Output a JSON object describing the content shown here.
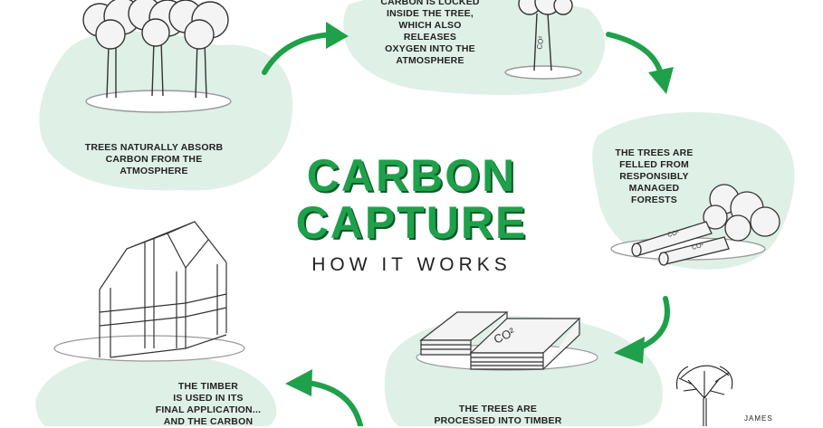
{
  "title_line1": "CARBON",
  "title_line2": "CAPTURE",
  "subtitle": "HOW IT WORKS",
  "accent_color": "#1fa04a",
  "blob_color": "#dff0e6",
  "steps": [
    {
      "text": "TREES NATURALLY ABSORB\nCARBON FROM THE\nATMOSPHERE"
    },
    {
      "text": "CARBON IS LOCKED\nINSIDE THE TREE,\nWHICH ALSO\nRELEASES\nOXYGEN INTO THE\nATMOSPHERE"
    },
    {
      "text": "THE TREES ARE\nFELLED FROM\nRESPONSIBLY\nMANAGED\nFORESTS"
    },
    {
      "text": "THE TREES ARE\nPROCESSED INTO TIMBER"
    },
    {
      "text": "THE TIMBER\nIS USED IN ITS\nFINAL APPLICATION...\nAND THE CARBON"
    }
  ],
  "co2_label": "CO²",
  "brand_text": "JAMES"
}
